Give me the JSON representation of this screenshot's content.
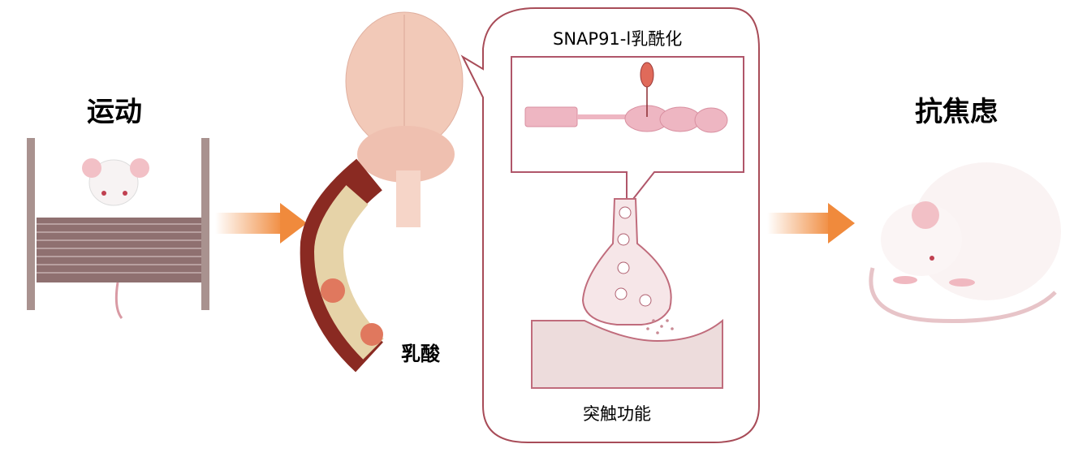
{
  "labels": {
    "exercise": "运动",
    "lactate": "乳酸",
    "snap91": "SNAP91-l乳酰化",
    "synaptic_function": "突触功能",
    "anti_anxiety": "抗焦虑"
  },
  "colors": {
    "arrow": "#f08a3c",
    "outline": "#b0566a",
    "protein": "#eeb6c2",
    "lactyl": "#e06a5a",
    "brain": "#f2c9b8",
    "vessel": "#8a2a22"
  }
}
